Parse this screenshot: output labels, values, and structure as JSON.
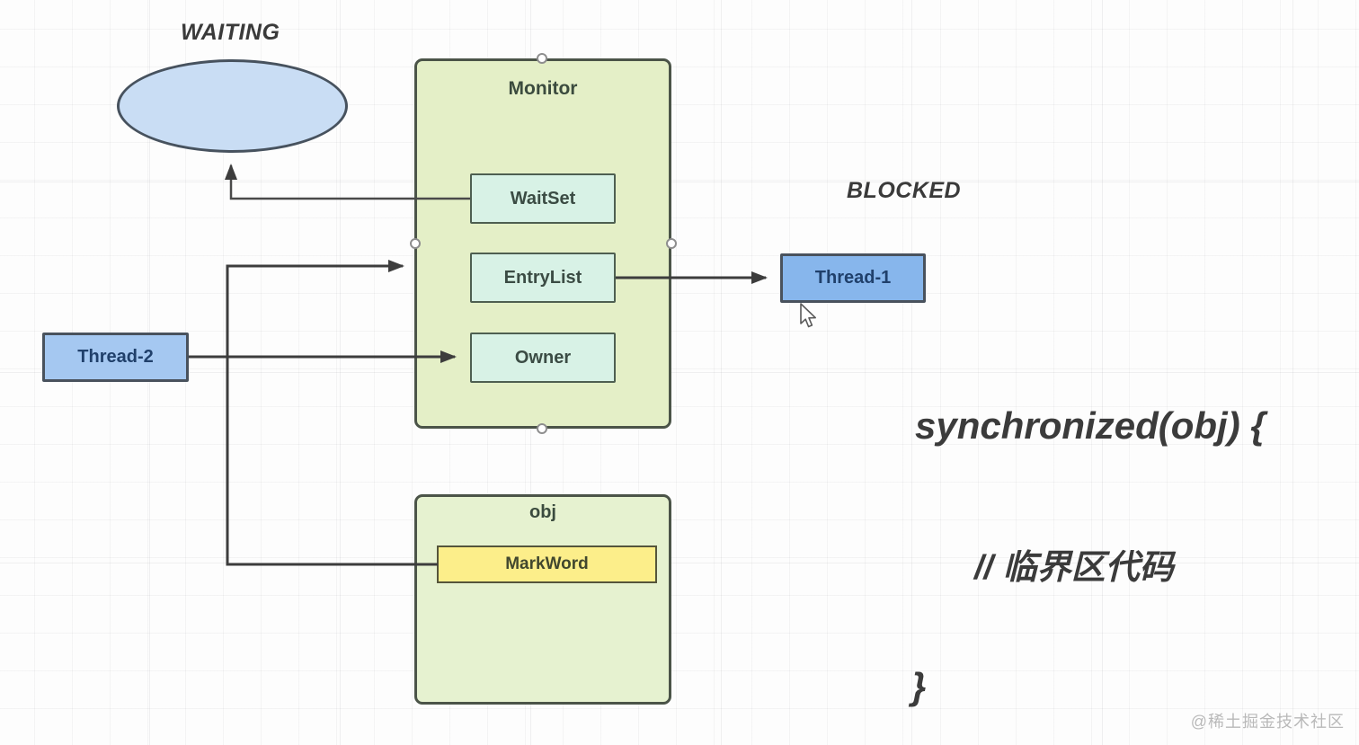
{
  "diagram": {
    "states": {
      "waiting_label": "WAITING",
      "blocked_label": "BLOCKED"
    },
    "monitor": {
      "title": "Monitor",
      "slots": [
        {
          "label": "WaitSet"
        },
        {
          "label": "EntryList"
        },
        {
          "label": "Owner"
        }
      ]
    },
    "threads": [
      {
        "label": "Thread-1"
      },
      {
        "label": "Thread-2"
      }
    ],
    "object": {
      "title": "obj",
      "field": "MarkWord"
    },
    "code": {
      "line1": "synchronized(obj) {",
      "line2": "// 临界区代码",
      "line3": "}"
    },
    "watermark": "@稀土掘金技术社区",
    "colors": {
      "monitor_fill": "#e4efc7",
      "obj_fill": "#e6f2d0",
      "slot_fill": "#d8f2e6",
      "markword_fill": "#fcee8a",
      "thread1_fill": "#87b6ec",
      "thread2_fill": "#a5c8f1",
      "ellipse_fill": "#c9ddf4",
      "line_color": "#3d3d3d"
    }
  }
}
